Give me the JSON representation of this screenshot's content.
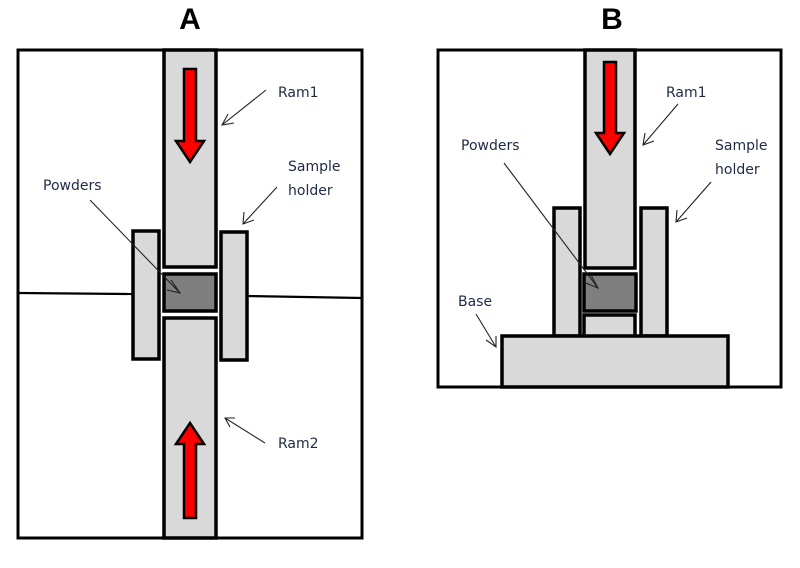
{
  "figure": {
    "panels": [
      {
        "id": "A",
        "title": "A",
        "labels": {
          "ram1": "Ram1",
          "sample_holder_line1": "Sample",
          "sample_holder_line2": "holder",
          "powders": "Powders",
          "ram2": "Ram2"
        },
        "arrows": [
          "down",
          "up"
        ]
      },
      {
        "id": "B",
        "title": "B",
        "labels": {
          "ram1": "Ram1",
          "sample_holder_line1": "Sample",
          "sample_holder_line2": "holder",
          "powders": "Powders",
          "base": "Base"
        },
        "arrows": [
          "down"
        ]
      }
    ],
    "colors": {
      "part_fill": "#d9d9d9",
      "powder_fill": "#7f7f7f",
      "arrow_fill": "#ff0000",
      "outline": "#000000",
      "label_text": "#1f2a44"
    }
  }
}
